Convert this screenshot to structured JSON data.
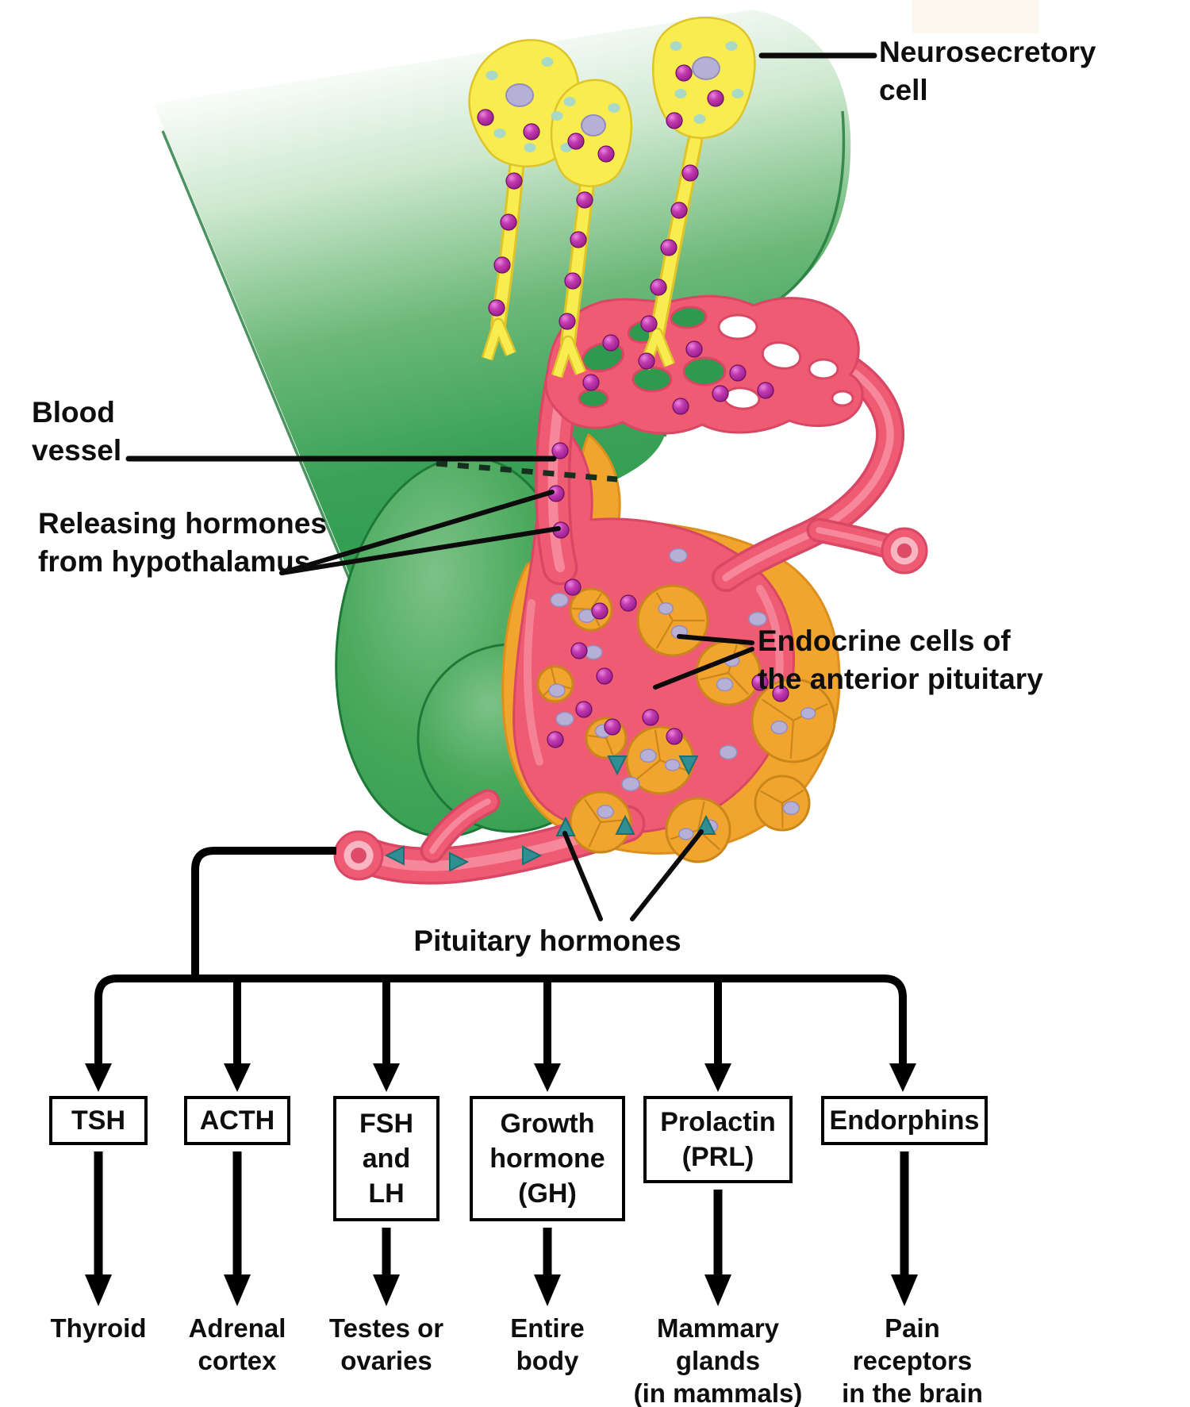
{
  "labels": {
    "neurosecretory": "Neurosecretory\ncell",
    "blood_vessel": "Blood\nvessel",
    "releasing_hormones": "Releasing hormones\nfrom hypothalamus",
    "endocrine_cells": "Endocrine cells of\nthe anterior pituitary",
    "pituitary_hormones": "Pituitary hormones"
  },
  "flowchart": {
    "columns": [
      {
        "hormone": "TSH",
        "target": "Thyroid"
      },
      {
        "hormone": "ACTH",
        "target": "Adrenal\ncortex"
      },
      {
        "hormone": "FSH\nand\nLH",
        "target": "Testes or\novaries"
      },
      {
        "hormone": "Growth\nhormone\n(GH)",
        "target": "Entire\nbody"
      },
      {
        "hormone": "Prolactin\n(PRL)",
        "target": "Mammary\nglands\n(in mammals)"
      },
      {
        "hormone": "Endorphins",
        "target": "Pain\nreceptors\nin the brain"
      }
    ]
  },
  "colors": {
    "green": "#2D9A4D",
    "green_dark": "#1E7838",
    "yellow": "#F8EC4F",
    "yellow_dark": "#DFC429",
    "pink": "#EF5B73",
    "pink_dark": "#D84763",
    "pink_light": "#F891A3",
    "pink_pale": "#F7B6C2",
    "orange": "#F2A52E",
    "orange_dark": "#C9861B",
    "purple": "#9C1B8C",
    "teal": "#2F8F92",
    "teal_dark": "#1D6F74",
    "lavender": "#B7B0D6",
    "lavender_dark": "#958DBE",
    "vesicle": "#A9D8C6",
    "line": "#0e0e0e"
  }
}
